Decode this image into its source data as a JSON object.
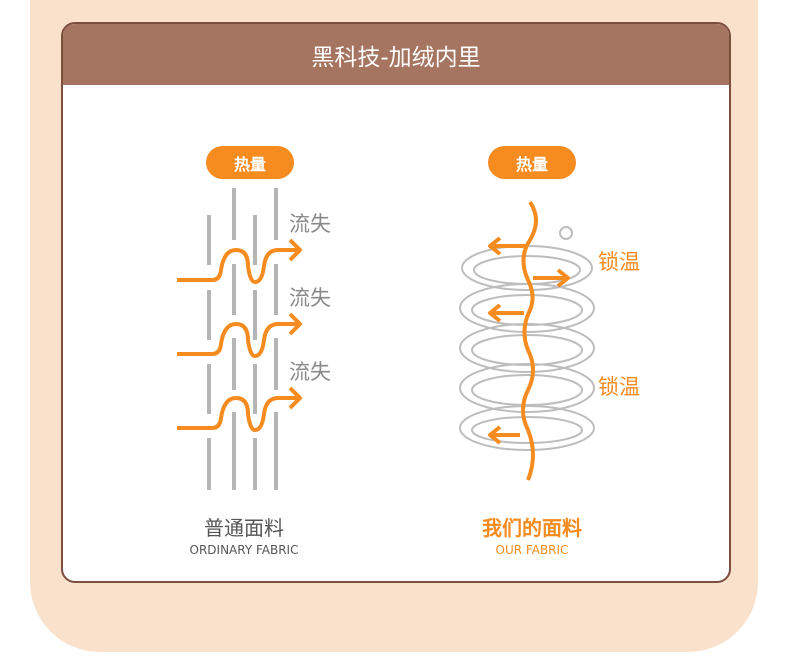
{
  "title": "黑科技-加绒内里",
  "left": {
    "badge": "热量",
    "labels": [
      "流失",
      "流失",
      "流失"
    ],
    "name_cn": "普通面料",
    "name_en": "ORDINARY FABRIC"
  },
  "right": {
    "badge": "热量",
    "labels": [
      "锁温",
      "锁温"
    ],
    "name_cn": "我们的面料",
    "name_en": "OUR FABRIC"
  },
  "colors": {
    "accent": "#f68b1f",
    "header": "#a67561",
    "background": "#f9e1cb"
  }
}
